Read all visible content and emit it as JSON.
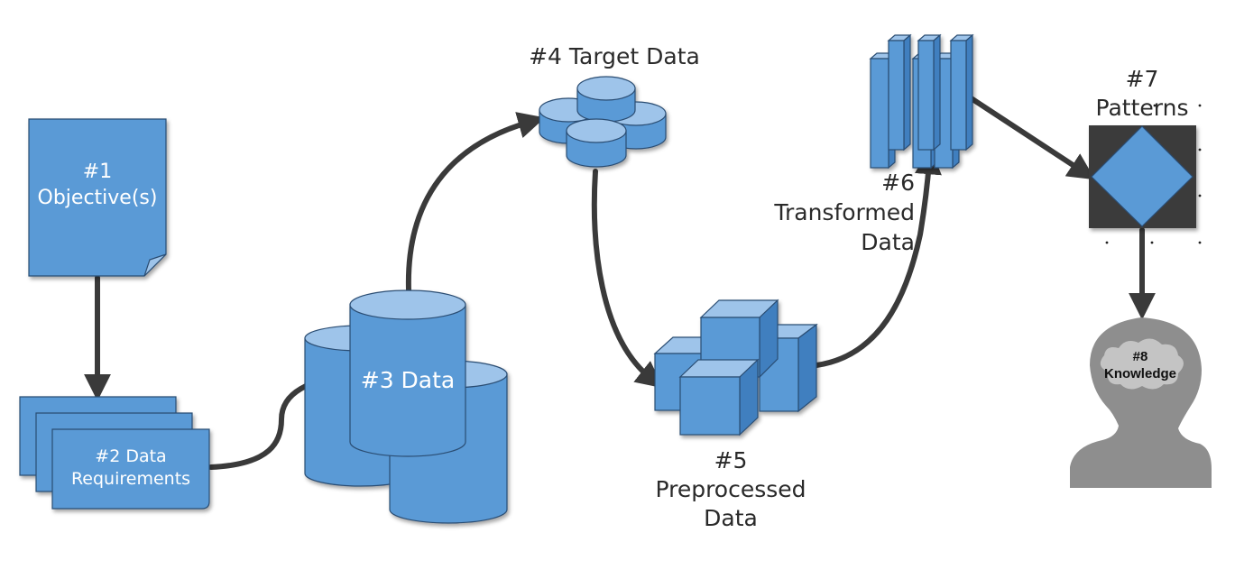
{
  "colors": {
    "fill": "#5a9ad6",
    "fill_light": "#9ec4ea",
    "fill_dark": "#3f7fbf",
    "stroke": "#2b4d73",
    "arrow": "#3a3a3a",
    "pattern_bg": "#3a3a3a",
    "head": "#8e8e8e",
    "cloud": "#bdbdbd"
  },
  "steps": [
    {
      "id": "objectives",
      "icon": "document-icon",
      "lines": [
        "#1",
        "Objective(s)"
      ]
    },
    {
      "id": "data-requirements",
      "icon": "stacked-documents-icon",
      "lines": [
        "#2 Data",
        "Requirements"
      ]
    },
    {
      "id": "data",
      "icon": "database-cylinders-icon",
      "lines": [
        "#3 Data"
      ]
    },
    {
      "id": "target-data",
      "icon": "database-cluster-icon",
      "lines": [
        "#4 Target Data"
      ]
    },
    {
      "id": "preprocessed-data",
      "icon": "cubes-icon",
      "lines": [
        "#5",
        "Preprocessed",
        "Data"
      ]
    },
    {
      "id": "transformed-data",
      "icon": "vertical-bars-icon",
      "lines": [
        "#6",
        "Transformed",
        "Data"
      ]
    },
    {
      "id": "patterns",
      "icon": "diamond-pattern-icon",
      "lines": [
        "#7",
        "Patterns"
      ]
    },
    {
      "id": "knowledge",
      "icon": "head-silhouette-icon",
      "lines": [
        "#8",
        "Knowledge"
      ]
    }
  ]
}
